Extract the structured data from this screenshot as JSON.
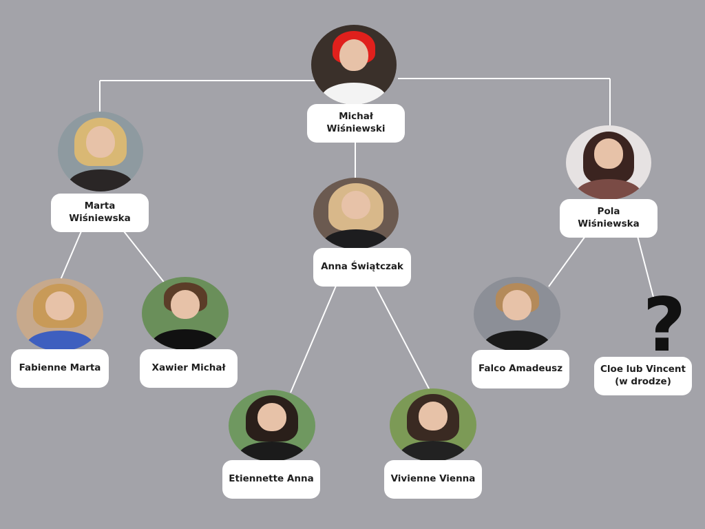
{
  "people": {
    "michal": {
      "name": "Michał Wiśniewski"
    },
    "marta": {
      "name": "Marta Wiśniewska"
    },
    "anna": {
      "name": "Anna Świątczak"
    },
    "pola": {
      "name": "Pola Wiśniewska"
    },
    "fabienne": {
      "name": "Fabienne Marta"
    },
    "xawier": {
      "name": "Xawier Michał"
    },
    "etiennette": {
      "name": "Etiennette Anna"
    },
    "vivienne": {
      "name": "Vivienne Vienna"
    },
    "falco": {
      "name": "Falco Amadeusz"
    },
    "cloe": {
      "name": "Cloe lub Vincent\n(w drodze)"
    }
  },
  "unknown_marker": "?",
  "icons": {
    "unknown": "question-mark-icon"
  },
  "colors": {
    "background": "#a3a3a9",
    "connector": "#ffffff",
    "label_bg": "#ffffff",
    "label_text": "#1e1e1e"
  }
}
